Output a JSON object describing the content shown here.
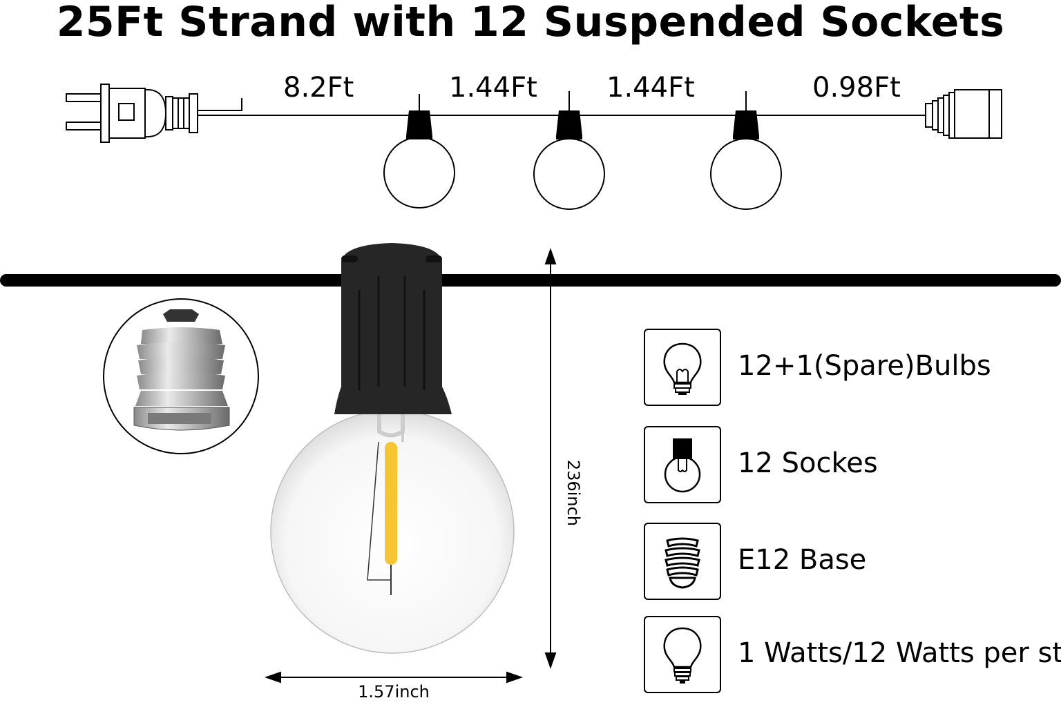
{
  "title": "25Ft Strand with 12 Suspended Sockets",
  "segments": [
    "8.2Ft",
    "1.44Ft",
    "1.44Ft",
    "0.98Ft"
  ],
  "dimensions": {
    "height": "236inch",
    "width": "1.57inch"
  },
  "features": [
    {
      "icon": "light-bulb-icon",
      "label": "12+1(Spare)Bulbs"
    },
    {
      "icon": "socket-icon",
      "label": "12 Sockes"
    },
    {
      "icon": "screw-base-icon",
      "label": "E12 Base"
    },
    {
      "icon": "bulb-outline-icon",
      "label": "1 Watts/12 Watts per st"
    }
  ],
  "colors": {
    "cord": "#000000",
    "socket": "#2b2b2b",
    "filament": "#f7c531",
    "base": "#b8b8b8"
  }
}
